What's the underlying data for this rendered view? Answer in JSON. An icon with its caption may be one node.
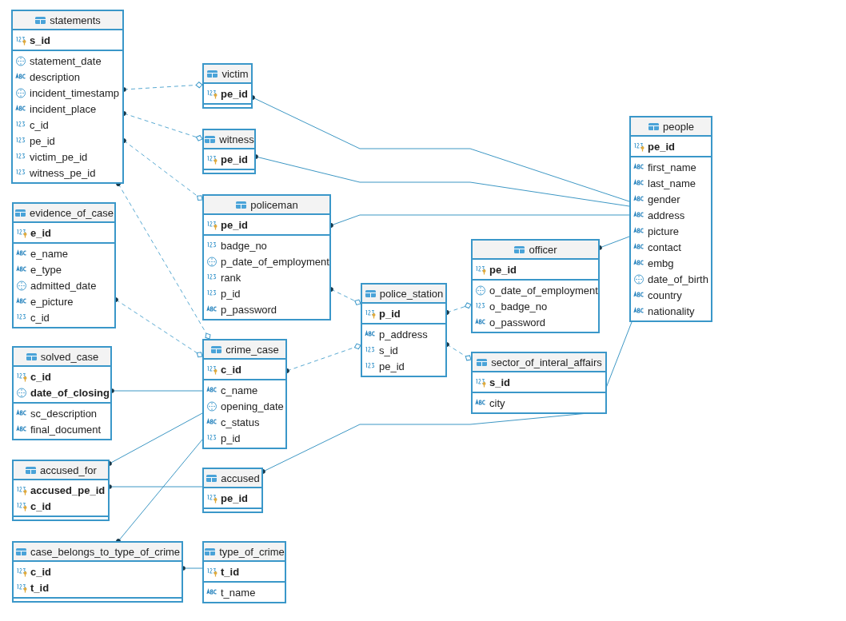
{
  "diagram": {
    "nodes": [
      {
        "text": [
          "statements"
        ]
      },
      {
        "text": [
          "s_id"
        ],
        "in": 0
      },
      {
        "text": [
          "statement_date",
          "description",
          "incident_timestamp",
          "incident_place",
          "c_id",
          "pe_id",
          "victim_pe_id",
          "witness_pe_id"
        ],
        "in": 0
      },
      {
        "text": [
          "victim"
        ]
      },
      {
        "text": [
          "pe_id"
        ],
        "in": 3
      },
      {
        "text": [
          "witness"
        ]
      },
      {
        "text": [
          "pe_id"
        ],
        "in": 5
      },
      {
        "text": [
          "people"
        ]
      },
      {
        "text": [
          "pe_id"
        ],
        "in": 7
      },
      {
        "text": [
          "first_name",
          "last_name",
          "gender",
          "address",
          "picture",
          "contact",
          "embg",
          "date_of_birth",
          "country",
          "nationality"
        ],
        "in": 7
      },
      {
        "text": [
          "policeman"
        ]
      },
      {
        "text": [
          "pe_id"
        ],
        "in": 10
      },
      {
        "text": [
          "badge_no",
          "p_date_of_employment",
          "rank",
          "p_id",
          "p_password"
        ],
        "in": 10
      },
      {
        "text": [
          "evidence_of_case"
        ]
      },
      {
        "text": [
          "e_id"
        ],
        "in": 13
      },
      {
        "text": [
          "e_name",
          "e_type",
          "admitted_date",
          "e_picture",
          "c_id"
        ],
        "in": 13
      },
      {
        "text": [
          "officer"
        ]
      },
      {
        "text": [
          "pe_id"
        ],
        "in": 16
      },
      {
        "text": [
          "o_date_of_employment",
          "o_badge_no",
          "o_password"
        ],
        "in": 16
      },
      {
        "text": [
          "police_station"
        ]
      },
      {
        "text": [
          "p_id"
        ],
        "in": 19
      },
      {
        "text": [
          "p_address",
          "s_id",
          "pe_id"
        ],
        "in": 19
      },
      {
        "text": [
          "crime_case"
        ]
      },
      {
        "text": [
          "c_id"
        ],
        "in": 22
      },
      {
        "text": [
          "c_name",
          "opening_date",
          "c_status",
          "p_id"
        ],
        "in": 22
      },
      {
        "text": [
          "solved_case"
        ]
      },
      {
        "text": [
          "c_id",
          "date_of_closing"
        ],
        "in": 25
      },
      {
        "text": [
          "sc_description",
          "final_document"
        ],
        "in": 25
      },
      {
        "text": [
          "sector_of_interal_affairs"
        ]
      },
      {
        "text": [
          "s_id"
        ],
        "in": 28
      },
      {
        "text": [
          "city"
        ],
        "in": 28
      },
      {
        "text": [
          "accused_for"
        ]
      },
      {
        "text": [
          "accused_pe_id",
          "c_id"
        ],
        "in": 31
      },
      {
        "text": [
          "accused"
        ]
      },
      {
        "text": [
          "pe_id"
        ],
        "in": 33
      },
      {
        "text": [
          "case_belongs_to_type_of_crime"
        ]
      },
      {
        "text": [
          "c_id",
          "t_id"
        ],
        "in": 35
      },
      {
        "text": [
          "type_of_crime"
        ]
      },
      {
        "text": [
          "t_id"
        ],
        "in": 37
      },
      {
        "text": [
          "t_name"
        ],
        "in": 37
      }
    ],
    "edges": [
      {
        "from": 0,
        "to": 3,
        "arrow": "other",
        "style": "dashed"
      },
      {
        "from": 0,
        "to": 5,
        "arrow": "other",
        "style": "dashed"
      },
      {
        "from": 0,
        "to": 10,
        "arrow": "other",
        "style": "dashed"
      },
      {
        "from": 0,
        "to": 22,
        "arrow": "other",
        "style": "dashed"
      },
      {
        "from": 13,
        "to": 22,
        "arrow": "other",
        "style": "dashed"
      },
      {
        "from": 10,
        "to": 19,
        "arrow": "other",
        "style": "dashed"
      },
      {
        "from": 22,
        "to": 19,
        "arrow": "other",
        "style": "dashed"
      },
      {
        "from": 19,
        "to": 16,
        "arrow": "other",
        "style": "dashed"
      },
      {
        "from": 19,
        "to": 28,
        "arrow": "other",
        "style": "dashed"
      },
      {
        "from": 3,
        "to": 7,
        "arrow": "other"
      },
      {
        "from": 5,
        "to": 7,
        "arrow": "other"
      },
      {
        "from": 10,
        "to": 7,
        "arrow": "other"
      },
      {
        "from": 16,
        "to": 7,
        "arrow": "other"
      },
      {
        "from": 25,
        "to": 22,
        "arrow": "other"
      },
      {
        "from": 31,
        "to": 22,
        "arrow": "other"
      },
      {
        "from": 31,
        "to": 33,
        "arrow": "other"
      },
      {
        "from": 35,
        "to": 22,
        "arrow": "other"
      },
      {
        "from": 35,
        "to": 37,
        "arrow": "other"
      },
      {
        "from": 33,
        "to": 7,
        "arrow": "other"
      }
    ]
  }
}
